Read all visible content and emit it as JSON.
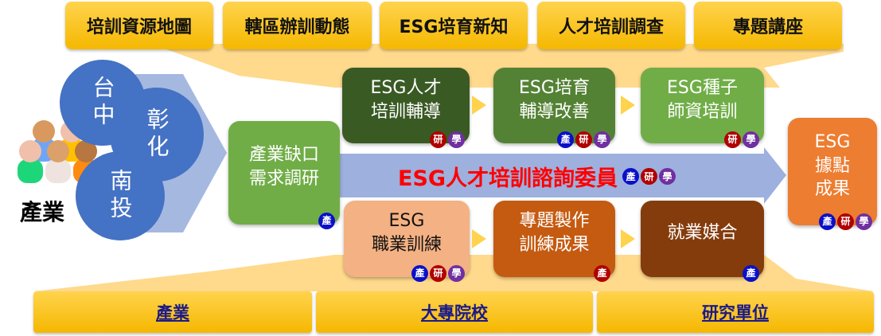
{
  "top_tabs": [
    "培訓資源地圖",
    "轄區辦訓動態",
    "ESG培育新知",
    "人才培訓調查",
    "專題講座"
  ],
  "bottom_tabs": [
    "產業",
    "大專院校",
    "研究單位"
  ],
  "regions": [
    "台中",
    "彰化",
    "南投"
  ],
  "industry_label": "產業",
  "survey": {
    "text": "產業缺口\n需求調研",
    "badges": [
      "產"
    ]
  },
  "top_row": [
    {
      "text": "ESG人才\n培訓輔導",
      "badges": [
        "研",
        "學"
      ]
    },
    {
      "text": "ESG培育\n輔導改善",
      "badges": [
        "產",
        "研",
        "學"
      ]
    },
    {
      "text": "ESG種子\n師資培訓",
      "badges": [
        "研",
        "學"
      ]
    }
  ],
  "bottom_row": [
    {
      "text": "ESG\n職業訓練",
      "badges": [
        "產",
        "研",
        "學"
      ]
    },
    {
      "text": "專題製作\n訓練成果",
      "badges": [
        "產"
      ]
    },
    {
      "text": "就業媒合",
      "badges": [
        "產"
      ]
    }
  ],
  "committee": {
    "text": "ESG人才培訓諮詢委員",
    "badges": [
      "產",
      "研",
      "學"
    ]
  },
  "result": {
    "text": "ESG\n據點\n成果",
    "badges": [
      "產",
      "研",
      "學"
    ]
  },
  "colors": {
    "產": "#0a10c8",
    "研": "#b00000",
    "學": "#7030a0",
    "committee_text": "#ff0000"
  }
}
